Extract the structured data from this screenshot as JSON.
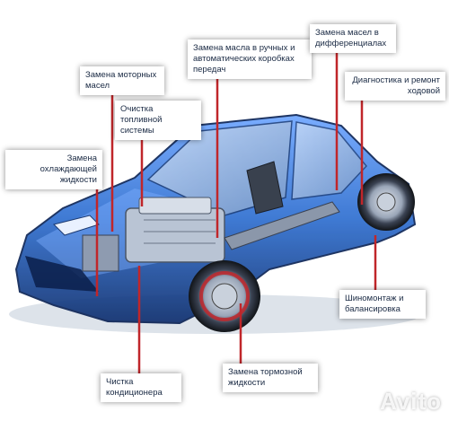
{
  "labels": {
    "engine_oil": "Замена моторных масел",
    "coolant": "Замена охлаждающей жидкости",
    "fuel_system": "Очистка топливной системы",
    "transmission_oil": "Замена масла в ручных и автоматических коробках передач",
    "differential_oil": "Замена масел в дифференциалах",
    "chassis_diag": "Диагностика и ремонт ходовой",
    "tires": "Шиномонтаж и балансировка",
    "brake_fluid": "Замена тормозной жидкости",
    "ac_cleaning": "Чистка кондиционера"
  },
  "watermark": "Avito",
  "colors": {
    "line": "#c0262a",
    "car_body": "#2f6fd0",
    "car_dark": "#0f2f6e"
  }
}
